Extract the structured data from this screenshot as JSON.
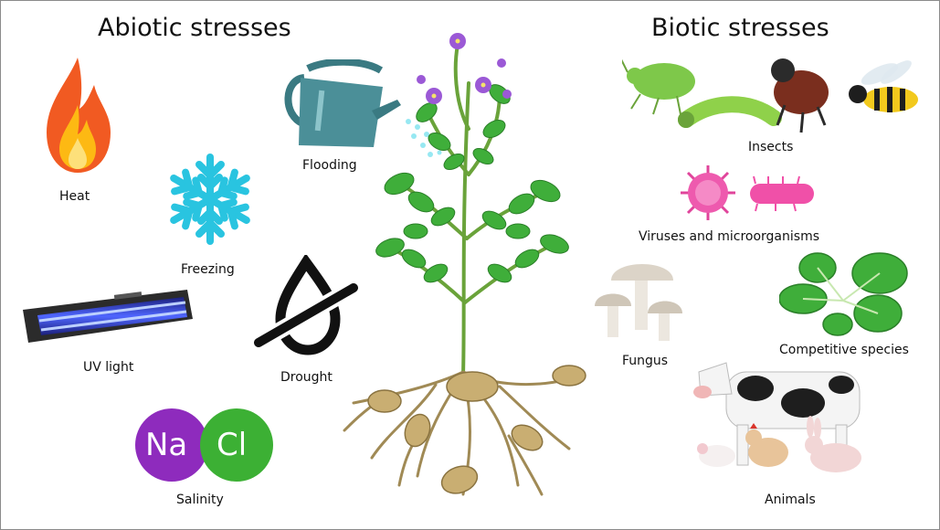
{
  "titles": {
    "abiotic": "Abiotic stresses",
    "biotic": "Biotic stresses"
  },
  "abiotic_labels": {
    "heat": "Heat",
    "freezing": "Freezing",
    "uv_light": "UV light",
    "salinity": "Salinity",
    "flooding": "Flooding",
    "drought": "Drought"
  },
  "salt": {
    "na": "Na",
    "cl": "Cl"
  },
  "biotic_labels": {
    "insects": "Insects",
    "viruses": "Viruses and microorganisms",
    "fungus": "Fungus",
    "competitive": "Competitive species",
    "animals": "Animals"
  },
  "colors": {
    "flame_outer": "#f15a22",
    "flame_inner": "#fdb913",
    "snowflake": "#29c4e0",
    "uv_glow": "#3b4cc9",
    "sodium": "#8e2bbd",
    "chlorine": "#3cb034",
    "watering_can": "#4b8f98",
    "leaf": "#3fae3a",
    "flower": "#9b59d6",
    "root": "#a08a55",
    "tuber": "#c9ae72",
    "virus": "#e0449b"
  }
}
